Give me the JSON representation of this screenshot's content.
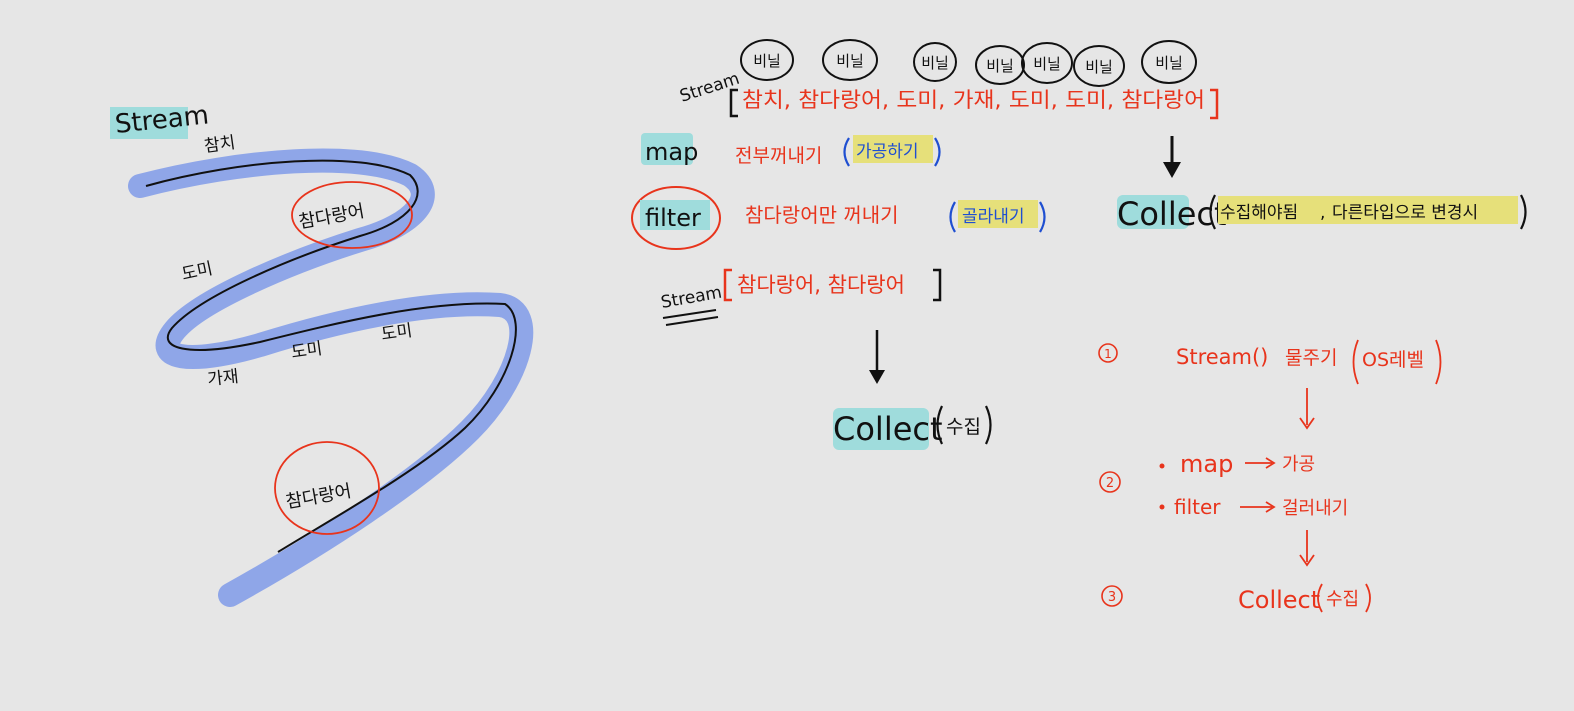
{
  "colors": {
    "background": "#e6e6e6",
    "ink_black": "#111111",
    "ink_red": "#e8341c",
    "ink_blue": "#1f4fd1",
    "highlight_cyan": "#9fdcdc",
    "highlight_yellow": "#e6e07a",
    "river_blue": "#8fa6e8"
  },
  "left": {
    "stream_label": "Stream",
    "items": [
      {
        "id": "chamchi",
        "text": "참치"
      },
      {
        "id": "chamdarangeo-1",
        "text": "참다랑어"
      },
      {
        "id": "doi-1",
        "text": "도미"
      },
      {
        "id": "gajae",
        "text": "가재"
      },
      {
        "id": "doi-2",
        "text": "도미"
      },
      {
        "id": "doi-3",
        "text": "도미"
      },
      {
        "id": "chamdarangeo-2",
        "text": "참다랑어"
      }
    ]
  },
  "right": {
    "vinyl_label": "비닐",
    "stream_label": "Stream",
    "stream_items": "참치, 참다랑어, 도미, 가재, 도미, 도미, 참다랑어",
    "map_label": "map",
    "map_desc": "전부꺼내기",
    "map_note": "가공하기",
    "filter_label": "filter",
    "filter_desc": "참다랑어만 꺼내기",
    "filter_note": "골라내기",
    "stream2_label": "Stream",
    "stream2_items": "참다랑어, 참다랑어",
    "collect_label": "Collect",
    "collect_note": "수집",
    "collect_right_label": "Collect",
    "collect_right_note_a": "수집해야됨",
    "collect_right_note_b": "다른타입으로 변경시",
    "steps": {
      "s1_num": "1",
      "s1_text": "Stream()",
      "s1_desc": "물주기",
      "s1_note": "OS레벨",
      "s2_num": "2",
      "s2_map": "map",
      "s2_map_res": "가공",
      "s2_filter": "filter",
      "s2_filter_res": "걸러내기",
      "s3_num": "3",
      "s3_text": "Collect",
      "s3_note": "수집"
    }
  }
}
